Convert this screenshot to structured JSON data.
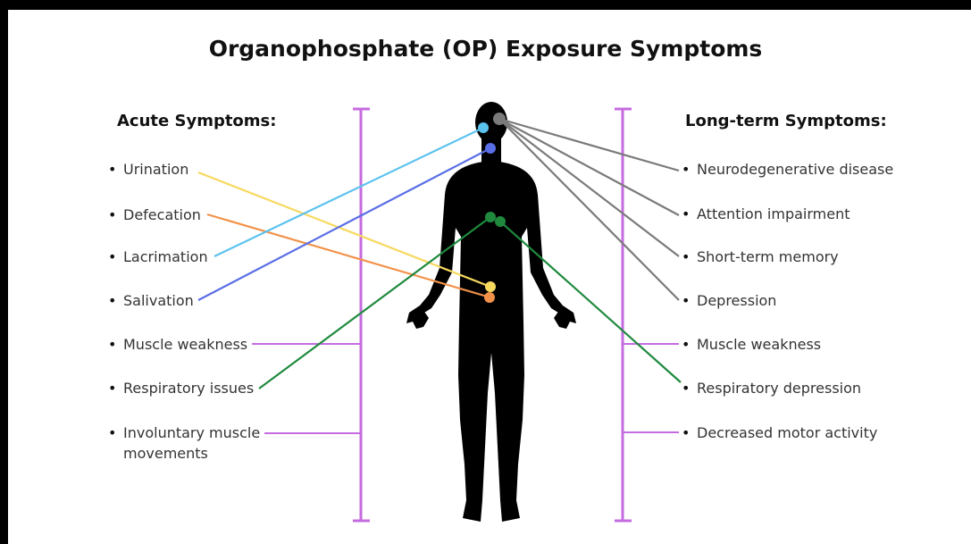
{
  "title": "Organophosphate (OP) Exposure Symptoms",
  "acute": {
    "heading": "Acute Symptoms:",
    "items": [
      "Urination",
      "Defecation",
      "Lacrimation",
      "Salivation",
      "Muscle weakness",
      "Respiratory issues",
      "Involuntary muscle"
    ],
    "item7_line2": "movements"
  },
  "longterm": {
    "heading": "Long-term Symptoms:",
    "items": [
      "Neurodegenerative disease",
      "Attention impairment",
      "Short-term memory",
      "Depression",
      "Muscle weakness",
      "Respiratory depression",
      "Decreased motor activity"
    ]
  },
  "bullet": "•",
  "colors": {
    "urination": "#f7d960",
    "defecation": "#f2924a",
    "lacrimation": "#5bc2ee",
    "salivation": "#5a6ee6",
    "respiratory": "#1f8a3e",
    "brain": "#7a7a7a",
    "bar": "#c56be0",
    "silhouette": "#000000"
  }
}
